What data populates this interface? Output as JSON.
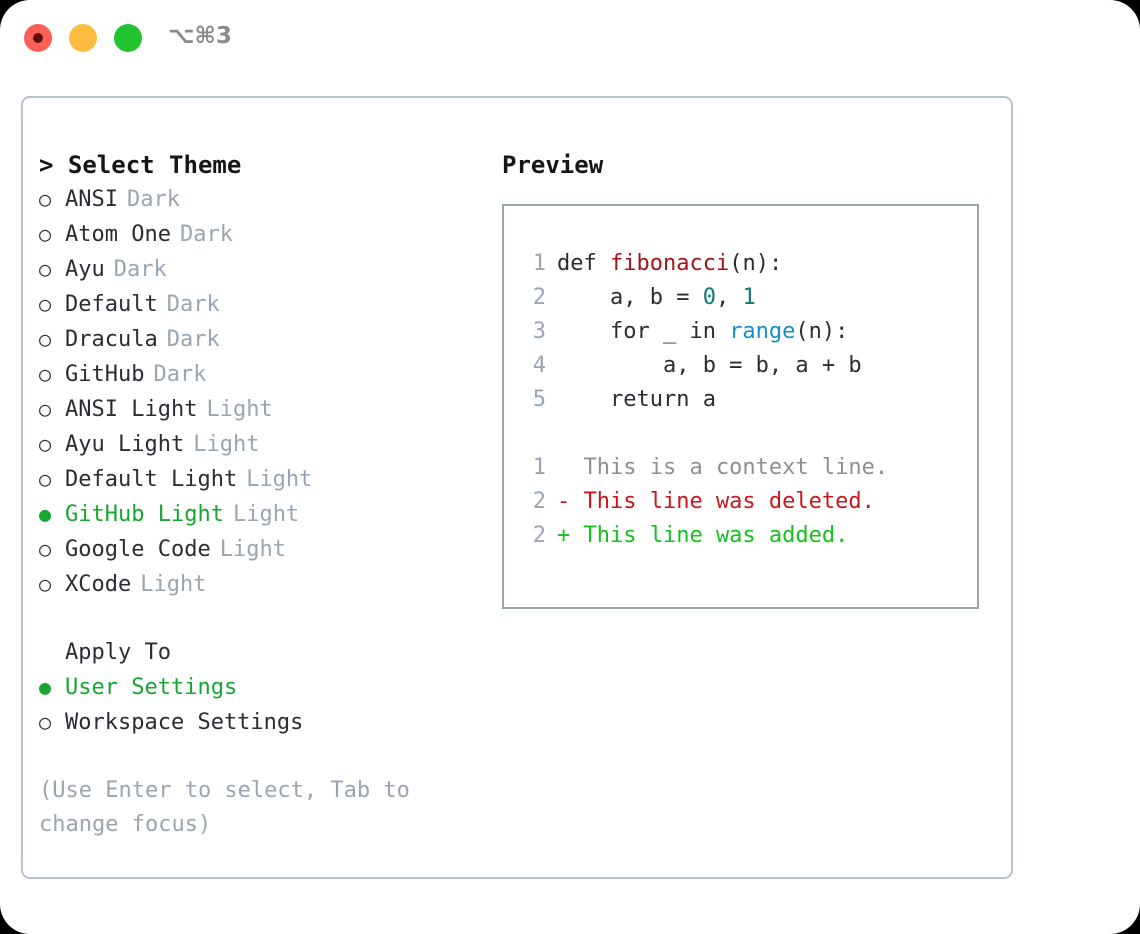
{
  "titlebar": {
    "shortcut": "⌥⌘3",
    "buttons": [
      {
        "name": "close",
        "color": "#fc6058"
      },
      {
        "name": "minimize",
        "color": "#fdbc40"
      },
      {
        "name": "maximize",
        "color": "#23c431"
      }
    ]
  },
  "theme_picker": {
    "title": "> Select Theme",
    "options": [
      {
        "bullet": "○",
        "name": "ANSI",
        "tag": "Dark",
        "selected": false
      },
      {
        "bullet": "○",
        "name": "Atom One",
        "tag": "Dark",
        "selected": false
      },
      {
        "bullet": "○",
        "name": "Ayu",
        "tag": "Dark",
        "selected": false
      },
      {
        "bullet": "○",
        "name": "Default",
        "tag": "Dark",
        "selected": false
      },
      {
        "bullet": "○",
        "name": "Dracula",
        "tag": "Dark",
        "selected": false
      },
      {
        "bullet": "○",
        "name": "GitHub",
        "tag": "Dark",
        "selected": false
      },
      {
        "bullet": "○",
        "name": "ANSI Light",
        "tag": "Light",
        "selected": false
      },
      {
        "bullet": "○",
        "name": "Ayu Light",
        "tag": "Light",
        "selected": false
      },
      {
        "bullet": "○",
        "name": "Default Light",
        "tag": "Light",
        "selected": false
      },
      {
        "bullet": "●",
        "name": "GitHub Light",
        "tag": "Light",
        "selected": true
      },
      {
        "bullet": "○",
        "name": "Google Code",
        "tag": "Light",
        "selected": false
      },
      {
        "bullet": "○",
        "name": "XCode",
        "tag": "Light",
        "selected": false
      }
    ]
  },
  "apply_to": {
    "title": "Apply To",
    "options": [
      {
        "bullet": "●",
        "name": "User Settings",
        "selected": true
      },
      {
        "bullet": "○",
        "name": "Workspace Settings",
        "selected": false
      }
    ]
  },
  "hint": "(Use Enter to select, Tab to change focus)",
  "preview": {
    "title": "Preview",
    "code_lines": [
      {
        "lineno": "1",
        "tokens": [
          {
            "text": "def ",
            "cls": "tok-plain"
          },
          {
            "text": "fibonacci",
            "cls": "tok-fn"
          },
          {
            "text": "(n):",
            "cls": "tok-plain"
          }
        ]
      },
      {
        "lineno": "2",
        "tokens": [
          {
            "text": "    a, b = ",
            "cls": "tok-plain"
          },
          {
            "text": "0",
            "cls": "tok-num"
          },
          {
            "text": ", ",
            "cls": "tok-plain"
          },
          {
            "text": "1",
            "cls": "tok-num"
          }
        ]
      },
      {
        "lineno": "3",
        "tokens": [
          {
            "text": "    for _ in ",
            "cls": "tok-plain"
          },
          {
            "text": "range",
            "cls": "tok-call"
          },
          {
            "text": "(n):",
            "cls": "tok-plain"
          }
        ]
      },
      {
        "lineno": "4",
        "tokens": [
          {
            "text": "        a, b = b, a + b",
            "cls": "tok-plain"
          }
        ]
      },
      {
        "lineno": "5",
        "tokens": [
          {
            "text": "    return a",
            "cls": "tok-plain"
          }
        ]
      }
    ],
    "diff_lines": [
      {
        "lineno": "1",
        "text": "  This is a context line.",
        "cls": "diff-ctx"
      },
      {
        "lineno": "2",
        "text": "- This line was deleted.",
        "cls": "diff-del"
      },
      {
        "lineno": "2",
        "text": "+ This line was added.",
        "cls": "diff-add"
      }
    ]
  },
  "colors": {
    "accent_green": "#18a633",
    "muted": "#9aa5b1",
    "text": "#2a2d33",
    "border": "#b9c2cf",
    "preview_border": "#9aa5b1",
    "syntax_function": "#a4131c",
    "syntax_number": "#0e7a6e",
    "syntax_call": "#168fc8",
    "diff_delete": "#c9161d",
    "diff_add": "#14c21b"
  }
}
